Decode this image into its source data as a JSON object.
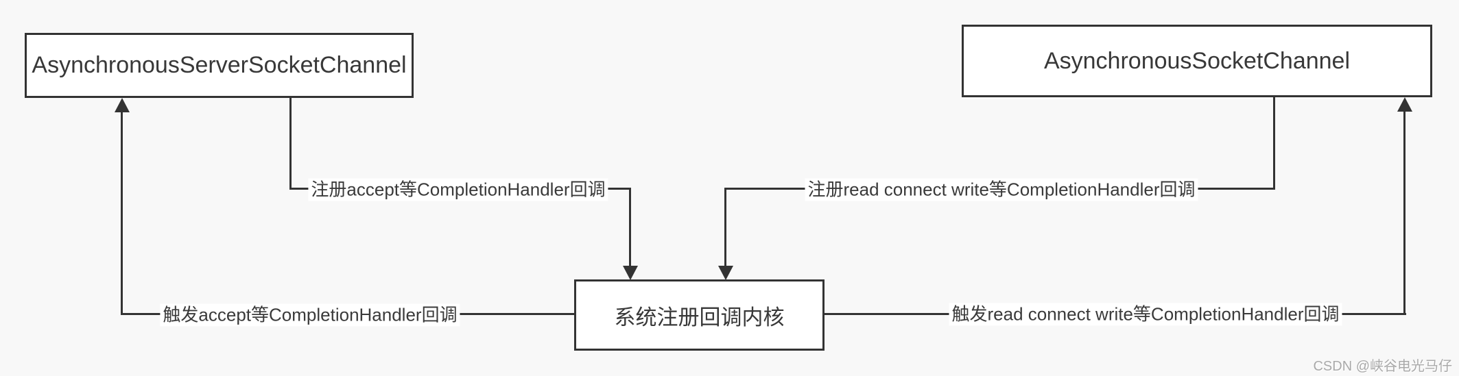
{
  "diagram": {
    "nodes": [
      {
        "id": "server-channel",
        "label": "AsynchronousServerSocketChannel"
      },
      {
        "id": "socket-channel",
        "label": "AsynchronousSocketChannel"
      },
      {
        "id": "kernel",
        "label": "系统注册回调内核"
      }
    ],
    "edges": [
      {
        "id": "register-accept",
        "from": "server-channel",
        "to": "kernel",
        "label": "注册accept等CompletionHandler回调"
      },
      {
        "id": "register-read",
        "from": "socket-channel",
        "to": "kernel",
        "label": "注册read connect write等CompletionHandler回调"
      },
      {
        "id": "trigger-accept",
        "from": "kernel",
        "to": "server-channel",
        "label": "触发accept等CompletionHandler回调"
      },
      {
        "id": "trigger-read",
        "from": "kernel",
        "to": "socket-channel",
        "label": "触发read connect write等CompletionHandler回调"
      }
    ],
    "watermark": "CSDN @峡谷电光马仔",
    "colors": {
      "line": "#333333",
      "background": "#f8f8f8",
      "node_background": "#ffffff",
      "text": "#3a3a3a",
      "watermark": "#a9a9a9"
    }
  }
}
